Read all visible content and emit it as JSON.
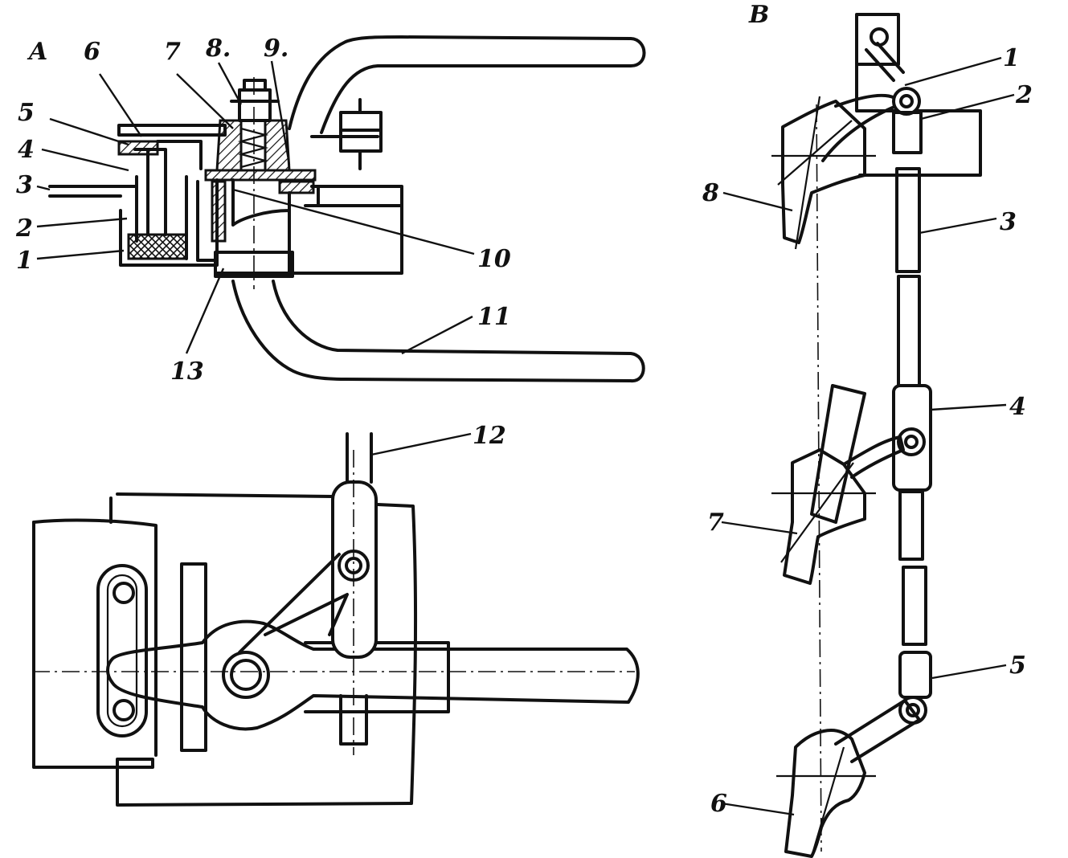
{
  "views": {
    "section": {
      "letter": "A",
      "labels": {
        "n1": "1",
        "n2": "2",
        "n3": "3",
        "n4": "4",
        "n5": "5",
        "n6": "6",
        "n7": "7",
        "n8": "8.",
        "n9": "9.",
        "n10": "10",
        "n11": "11",
        "n13": "13"
      }
    },
    "plan": {
      "labels": {
        "n12": "12"
      }
    },
    "linkage": {
      "letter": "B",
      "labels": {
        "n1": "1",
        "n2": "2",
        "n3": "3",
        "n4": "4",
        "n5": "5",
        "n6": "6",
        "n7": "7",
        "n8": "8"
      }
    }
  }
}
